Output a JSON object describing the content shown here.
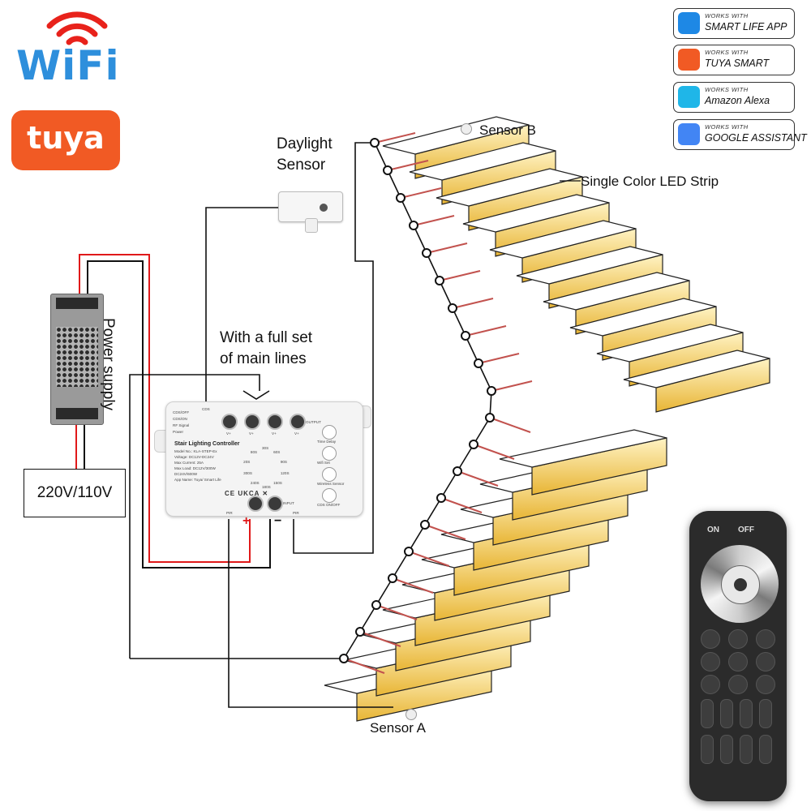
{
  "logos": {
    "wifi": "WiFi",
    "tuya": "tuya"
  },
  "badges": [
    {
      "small": "WORKS WITH",
      "big": "SMART LIFE APP",
      "color": "#1e88e5",
      "icon": "home-icon"
    },
    {
      "small": "WORKS WITH",
      "big": "TUYA SMART",
      "color": "#f15a24",
      "icon": "tuya-icon"
    },
    {
      "small": "WORKS WITH",
      "big": "Amazon Alexa",
      "color": "#1fb6e8",
      "icon": "alexa-ring-icon"
    },
    {
      "small": "WORKS WITH",
      "big": "GOOGLE ASSISTANT",
      "color": "#4285f4",
      "icon": "google-dots-icon"
    }
  ],
  "labels": {
    "daylight_sensor_line1": "Daylight",
    "daylight_sensor_line2": "Sensor",
    "main_lines_line1": "With a full set",
    "main_lines_line2": "of main lines",
    "power_supply": "Power supply",
    "voltage": "220V/110V",
    "sensor_b": "Sensor B",
    "sensor_a": "Sensor A",
    "led_strip": "Single Color LED Strip",
    "plus": "+",
    "minus": "−"
  },
  "controller": {
    "title": "Stair Lighting Controller",
    "status_lines": [
      "CDS/OFF",
      "CDS/ON",
      "RF Signal",
      "Power"
    ],
    "spec_lines": [
      "Model No.: KLA-STEP-Ex",
      "Voltage: DC12V-DC24V",
      "Max Current: 25A",
      "Max Load: DC12V/300W",
      "DC24V/600W",
      "App Name: Tuya/ Smart Life"
    ],
    "terminal_labels_top": [
      "CDS",
      "OUTPUT"
    ],
    "terminal_labels_mid": [
      "V+",
      "V+",
      "V+",
      "V+"
    ],
    "terminal_labels_bottom": [
      "PIR",
      "INPUT",
      "PIR"
    ],
    "button_labels": [
      "Time Delay",
      "Wifi Set",
      "Wireless Sensor",
      "CDS ON/OFF"
    ],
    "dial_values": [
      "30S",
      "60S",
      "90S",
      "120S",
      "150S",
      "180S",
      "240S",
      "300S",
      "20S",
      "80S"
    ]
  },
  "remote": {
    "on": "ON",
    "off": "OFF"
  },
  "steps": {
    "upper_count": 10,
    "lower_count": 10
  }
}
